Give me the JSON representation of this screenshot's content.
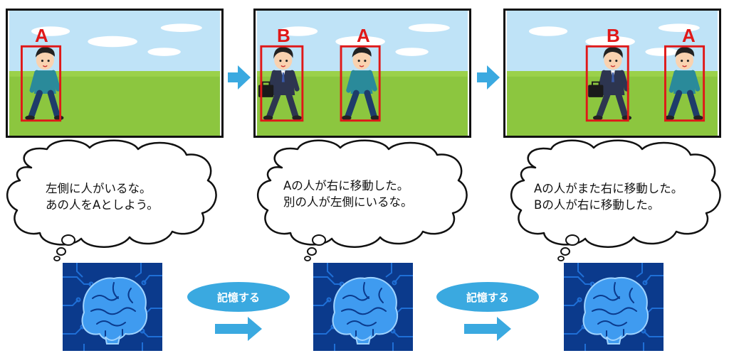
{
  "frames": [
    {
      "labels": [
        {
          "id": "A",
          "text": "A"
        }
      ]
    },
    {
      "labels": [
        {
          "id": "B",
          "text": "B"
        },
        {
          "id": "A",
          "text": "A"
        }
      ]
    },
    {
      "labels": [
        {
          "id": "B",
          "text": "B"
        },
        {
          "id": "A",
          "text": "A"
        }
      ]
    }
  ],
  "thoughts": [
    {
      "line1": "左側に人がいるな。",
      "line2": "あの人をAとしよう。"
    },
    {
      "line1": "Aの人が右に移動した。",
      "line2": "別の人が左側にいるな。"
    },
    {
      "line1": "Aの人がまた右に移動した。",
      "line2": "Bの人が右に移動した。"
    }
  ],
  "memorize": [
    {
      "label": "記憶する"
    },
    {
      "label": "記憶する"
    }
  ],
  "colors": {
    "sky": "#bfe3f7",
    "grass": "#8cc63f",
    "box": "#e01818",
    "arrow": "#3aa9e0",
    "brain_bg": "#0b3a8c",
    "brain": "#3f9bf0"
  },
  "icons": {
    "walker": "casual-walking-person-icon",
    "businessman": "businessman-with-briefcase-icon",
    "brain": "circuit-brain-icon",
    "arrow": "right-arrow-icon"
  }
}
